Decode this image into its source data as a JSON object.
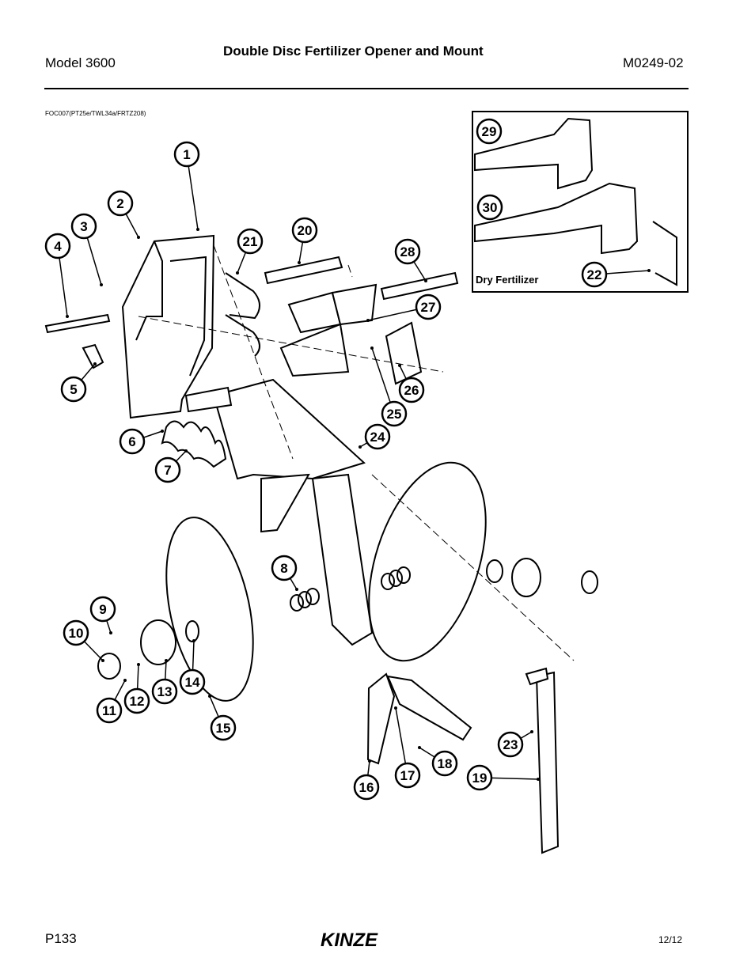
{
  "header": {
    "model": "Model 3600",
    "title": "Double Disc Fertilizer Opener and Mount",
    "doc_number": "M0249-02"
  },
  "figure_ref": "FOC007(PT25e/TWL34a/FRTZ208)",
  "inset": {
    "caption": "Dry Fertilizer"
  },
  "callouts": [
    "1",
    "2",
    "3",
    "4",
    "5",
    "6",
    "7",
    "8",
    "9",
    "10",
    "11",
    "12",
    "13",
    "14",
    "15",
    "16",
    "17",
    "18",
    "19",
    "20",
    "21",
    "22",
    "23",
    "24",
    "25",
    "26",
    "27",
    "28",
    "29",
    "30"
  ],
  "footer": {
    "page": "P133",
    "date": "12/12",
    "logo_text": "KINZE"
  }
}
